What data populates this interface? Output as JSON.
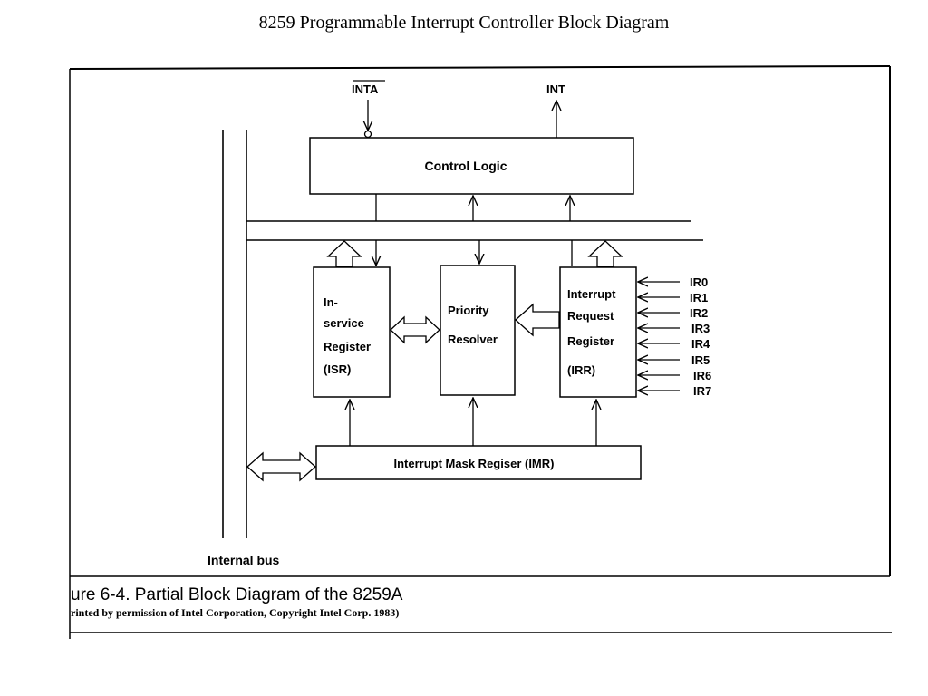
{
  "title": "8259 Programmable Interrupt Controller Block Diagram",
  "signals": {
    "inta": "INTA",
    "int": "INT"
  },
  "blocks": {
    "control_logic": "Control Logic",
    "isr": [
      "In-",
      "service",
      "Register",
      "(ISR)"
    ],
    "priority_resolver": [
      "Priority",
      "Resolver"
    ],
    "irr": [
      "Interrupt",
      "Request",
      "Register",
      "(IRR)"
    ],
    "imr": "Interrupt Mask Regiser (IMR)"
  },
  "ir_lines": [
    "IR0",
    "IR1",
    "IR2",
    "IR3",
    "IR4",
    "IR5",
    "IR6",
    "IR7"
  ],
  "internal_bus_label": "Internal bus",
  "caption": {
    "figure": "ure 6-4. Partial Block Diagram of the 8259A",
    "credit": "rinted by permission of Intel Corporation, Copyright Intel Corp. 1983)"
  }
}
